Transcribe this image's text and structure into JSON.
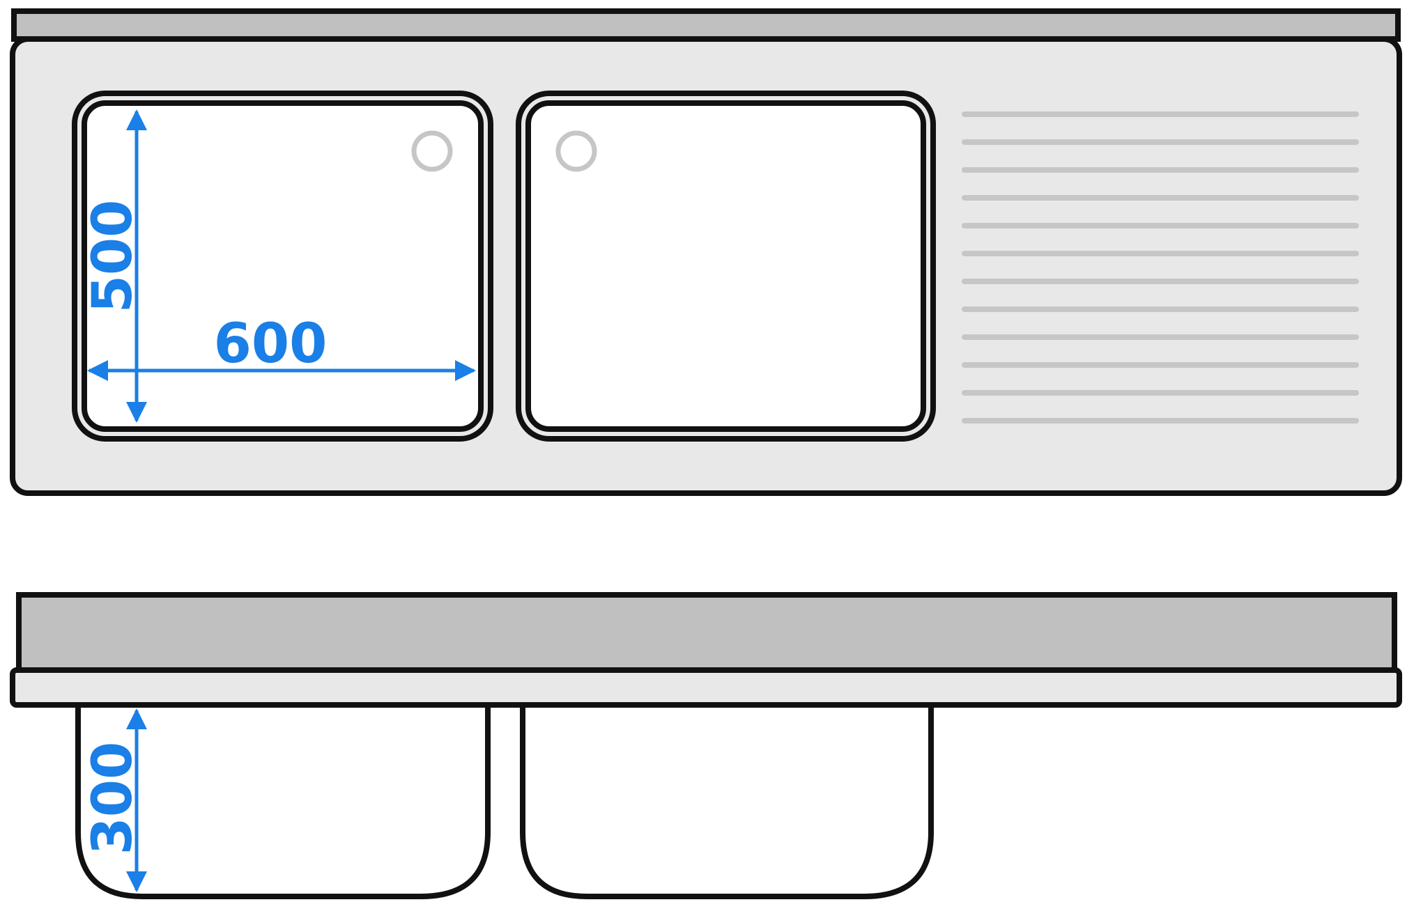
{
  "title": "",
  "colors": {
    "outline": "#111111",
    "steel_light": "#e8e8e8",
    "steel_dark": "#c0c0c0",
    "bowl": "#ffffff",
    "drain": "#c6c6c6",
    "dimension": "#1a7fe6"
  },
  "views": [
    {
      "id": "top-view",
      "bowls": 2,
      "drainboard_grooves": 12
    },
    {
      "id": "front-view",
      "bowls": 2
    }
  ],
  "dimensions": {
    "bowl_width": "600",
    "bowl_length": "500",
    "bowl_depth": "300"
  }
}
